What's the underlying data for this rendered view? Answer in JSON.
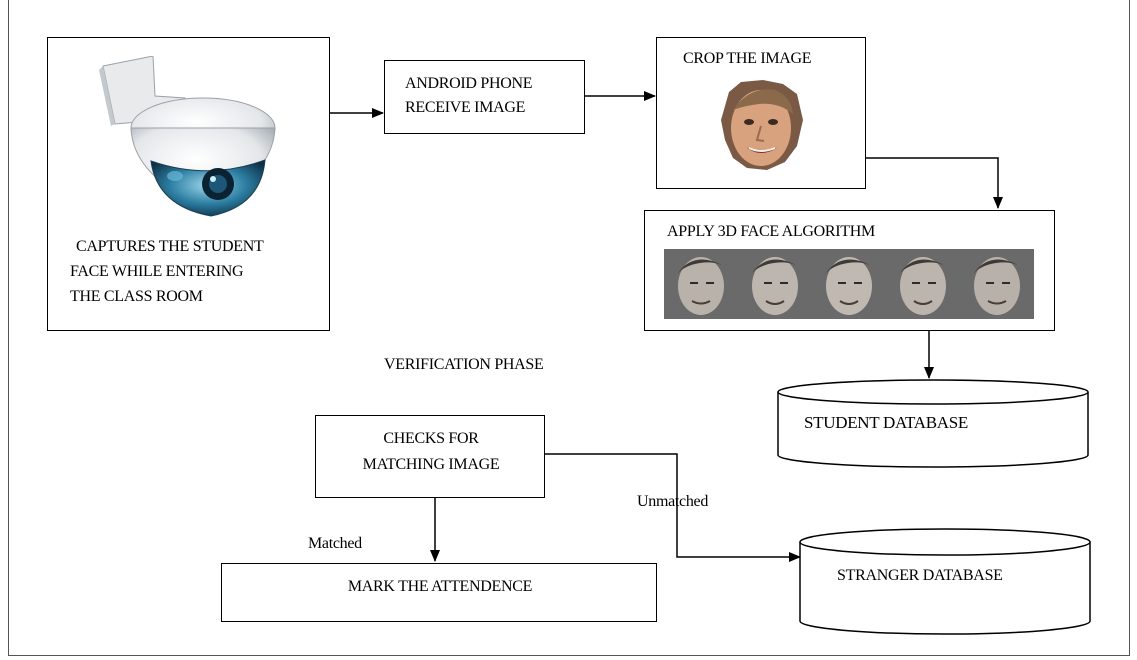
{
  "camera_box": {
    "line1": "CAPTURES THE STUDENT",
    "line2": "FACE WHILE ENTERING",
    "line3": "THE CLASS ROOM"
  },
  "android_box": {
    "line1": "ANDROID PHONE",
    "line2": "RECEIVE IMAGE"
  },
  "crop_box": {
    "title": "CROP THE IMAGE"
  },
  "algo_box": {
    "title": "APPLY 3D FACE ALGORITHM"
  },
  "student_db": {
    "label": "STUDENT DATABASE"
  },
  "verification": {
    "label": "VERIFICATION PHASE"
  },
  "checks_box": {
    "line1": "CHECKS FOR",
    "line2": "MATCHING IMAGE"
  },
  "mark_box": {
    "label": "MARK THE ATTENDENCE"
  },
  "stranger_db": {
    "label": "STRANGER DATABASE"
  },
  "edges": {
    "matched": "Matched",
    "unmatched": "Unmatched"
  },
  "icons": [
    "security-camera-icon",
    "face-photo",
    "face-sequence-strip"
  ]
}
